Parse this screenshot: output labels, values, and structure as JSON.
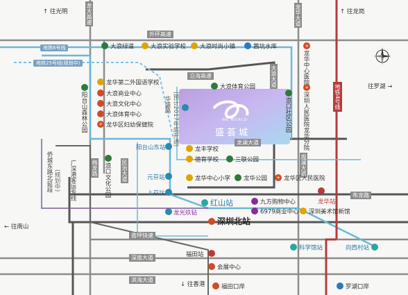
{
  "directions": {
    "north_guangming": "往光明",
    "north_longgang": "往龙岗",
    "east_luohu": "往罗湖",
    "west_nanshan": "往南山",
    "south_hk": "往香港"
  },
  "roads": {
    "waihuan": "外环高速",
    "longda": "龙大高速",
    "longhua_ave": "龙华大道",
    "yanhe": "沿海高速",
    "longlan": "龙澜大道",
    "huasheng": "华盛路",
    "huasheng_note": "(预计2017年底开通)",
    "dalang_ave": "大浪大道",
    "metro6": "地铁6号线",
    "metro25": "地铁25号线",
    "metro25_note": "(规划中)",
    "metro4": "地铁4号线",
    "guanguang": "观澜大道",
    "nanping": "南坪快速",
    "buji": "布龙路",
    "shennan": "深南大道",
    "binhai": "滨海大道",
    "meilong": "梅龙路",
    "mingzhi": "民治大道",
    "gangshen": "广深港客运专线",
    "qiaocheng": "侨城东路北延段",
    "qiaocheng_note": "(规划中)",
    "dalang_main": "大浪大道"
  },
  "places": {
    "dalang_green": "大浪绿道",
    "dalang_school": "大浪实验学校",
    "dalang_fashion": "大浪时尚小镇",
    "yuankeng": "茜坑水库",
    "longhua_hospital": "龙华中心医院",
    "foreign_school": "龙华第二外国语学校",
    "commerce": "大浪商业中心",
    "culture": "大浪文化中心",
    "sports": "大浪体育中心",
    "maternal": "龙华区妇幼保健院",
    "dalang_sports_park": "大浪体育公园",
    "langkou_park": "浪口社区公园",
    "people_hospital_branch": "深圳人民医院龙华分院",
    "yangtai_park": "阳台山森林公园",
    "hub_name": "盛荟城",
    "hub_sub": "WE WORLD",
    "longfeng_school": "龙丰学校",
    "deyu_school": "德育学校",
    "sanlian_park": "三联公园",
    "longhua_primary": "龙华中心小学",
    "longhua_park": "龙华公园",
    "people_hospital": "龙华区人民医院",
    "langkou_culture": "浪口文化公园",
    "jiufang": "九方购物中心",
    "mall6979": "6979商业中心",
    "art_museum": "深圳美术馆新馆",
    "futian_port": "福田口岸",
    "luohu_port": "罗湖口岸",
    "exhibition": "会展中心"
  },
  "stations": {
    "yangtai": "阳台山东站",
    "yuanfen": "元芬站",
    "shangfen": "上芬站",
    "hongshan": "红山站",
    "longguang": "龙光玖钻",
    "shenzhen_north": "深圳北站",
    "longhua": "龙华站",
    "futian": "福田站",
    "kexueguan": "科学馆站",
    "xiangxicun": "向西村站"
  }
}
